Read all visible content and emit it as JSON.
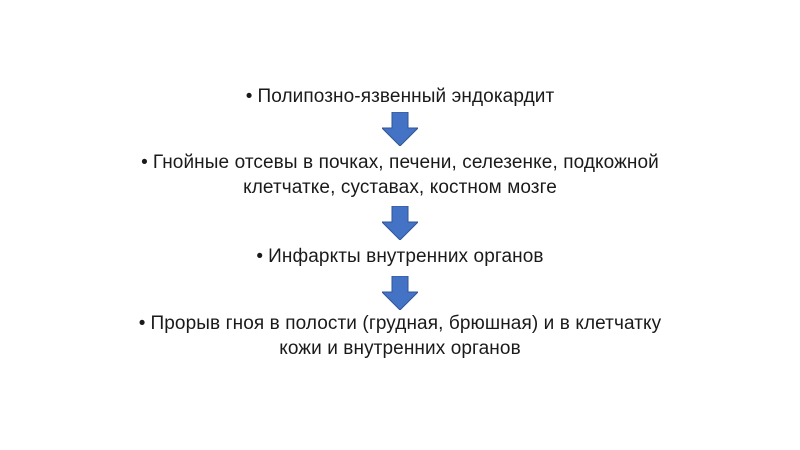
{
  "flow": {
    "bullet": "•",
    "steps": [
      {
        "lines": [
          "Полипозно-язвенный эндокардит"
        ]
      },
      {
        "lines": [
          "Гнойные отсевы в почках, печени, селезенке, подкожной",
          "клетчатке, суставах, костном мозге"
        ]
      },
      {
        "lines": [
          "Инфаркты внутренних органов"
        ]
      },
      {
        "lines": [
          "Прорыв гноя в полости (грудная, брюшная) и в клетчатку",
          "кожи и внутренних органов"
        ]
      }
    ],
    "arrow_color": "#4472c4",
    "arrow_stroke": "#2f5597",
    "arrow-icon": "down-arrow-icon"
  }
}
